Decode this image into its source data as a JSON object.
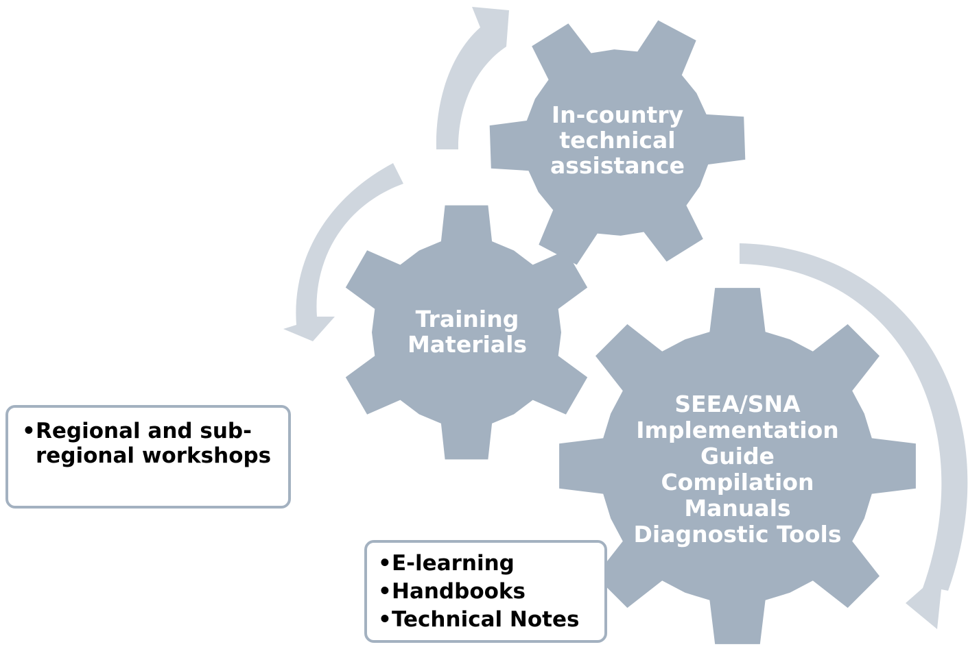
{
  "colors": {
    "gear": "#a3b1c0",
    "arrow": "#cfd6de",
    "gear_text": "#ffffff",
    "box_border": "#a3b1c0",
    "box_text": "#000000"
  },
  "gears": {
    "top": {
      "lines": [
        "In-country",
        "technical",
        "assistance"
      ]
    },
    "middle": {
      "lines": [
        "Training",
        "Materials"
      ]
    },
    "bottom": {
      "lines": [
        "SEEA/SNA",
        "Implementation",
        "Guide",
        "Compilation",
        "Manuals",
        "Diagnostic Tools"
      ]
    }
  },
  "boxes": {
    "left": {
      "items": [
        "Regional and sub-regional workshops"
      ]
    },
    "bottom": {
      "items": [
        "E-learning",
        "Handbooks",
        "Technical Notes"
      ]
    }
  }
}
